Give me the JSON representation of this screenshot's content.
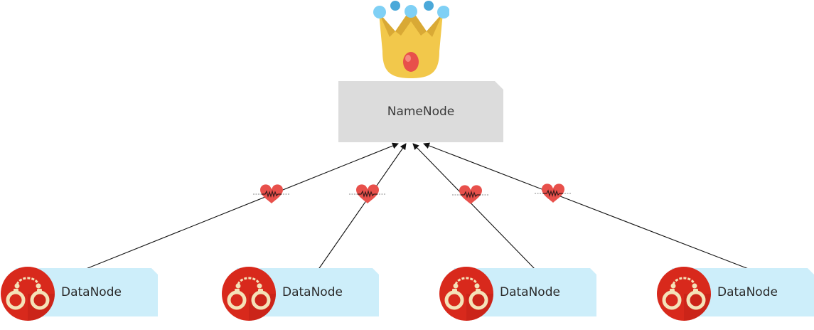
{
  "namenode": {
    "label": "NameNode",
    "icon": "crown-icon",
    "box_color": "#dcdcdc"
  },
  "datanodes": [
    {
      "label": "DataNode",
      "icon": "handcuffs-icon"
    },
    {
      "label": "DataNode",
      "icon": "handcuffs-icon"
    },
    {
      "label": "DataNode",
      "icon": "handcuffs-icon"
    },
    {
      "label": "DataNode",
      "icon": "handcuffs-icon"
    }
  ],
  "links": {
    "type": "heartbeat",
    "direction": "datanode-to-namenode",
    "icon": "heartbeat-icon",
    "heart_color": "#e8504b"
  },
  "colors": {
    "datanode_box": "#cdeefa",
    "handcuffs_badge": "#d8291c",
    "crown_gold": "#f2c84b",
    "crown_gem": "#e8504b",
    "crown_pearl": "#7fd0f5"
  }
}
